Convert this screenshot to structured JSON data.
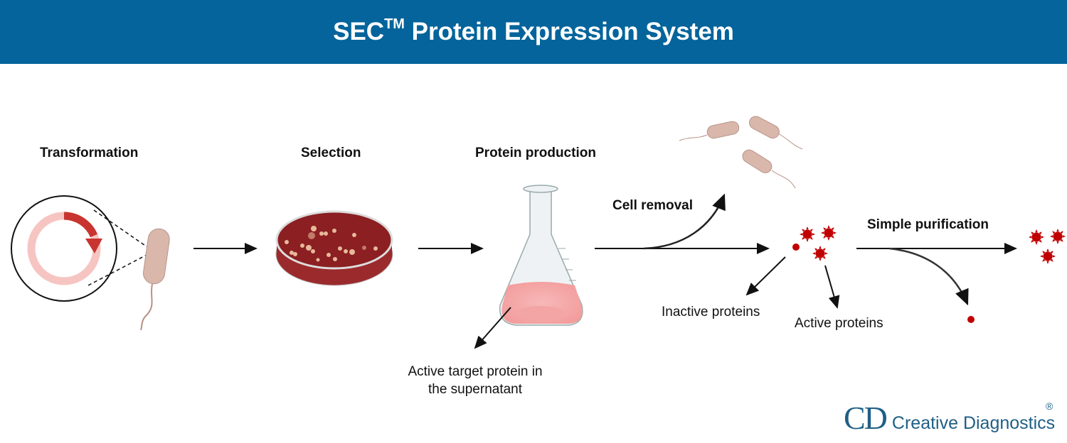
{
  "header": {
    "title": "SEC",
    "title_sup": "TM",
    "title_rest": " Protein Expression System",
    "bg_color": "#04649b"
  },
  "steps": {
    "transformation": "Transformation",
    "selection": "Selection",
    "protein_production": "Protein production",
    "cell_removal": "Cell removal",
    "simple_purification": "Simple purification"
  },
  "annotations": {
    "supernatant_line1": "Active target protein in",
    "supernatant_line2": "the supernatant",
    "inactive": "Inactive proteins",
    "active": "Active proteins"
  },
  "logo": {
    "mark": "CD",
    "name": "Creative Diagnostics",
    "registered": "®"
  },
  "colors": {
    "protein": "#c00000",
    "plate": "#8e2226",
    "bacteria": "#d9b7ab"
  }
}
